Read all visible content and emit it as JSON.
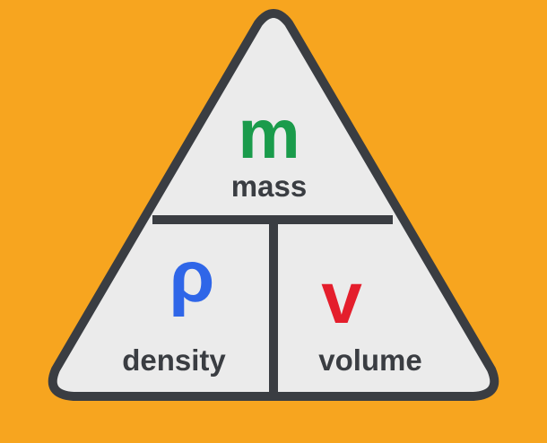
{
  "colors": {
    "background": "#f7a51f",
    "panel_fill": "#ebebeb",
    "outline": "#3a3d42",
    "mass_symbol": "#1a9b4b",
    "density_symbol": "#2f66e8",
    "volume_symbol": "#e41e2c",
    "label_text": "#3a3d42"
  },
  "mass": {
    "symbol": "m",
    "label": "mass"
  },
  "density": {
    "symbol": "ρ",
    "label": "density"
  },
  "volume": {
    "symbol": "v",
    "label": "volume"
  }
}
